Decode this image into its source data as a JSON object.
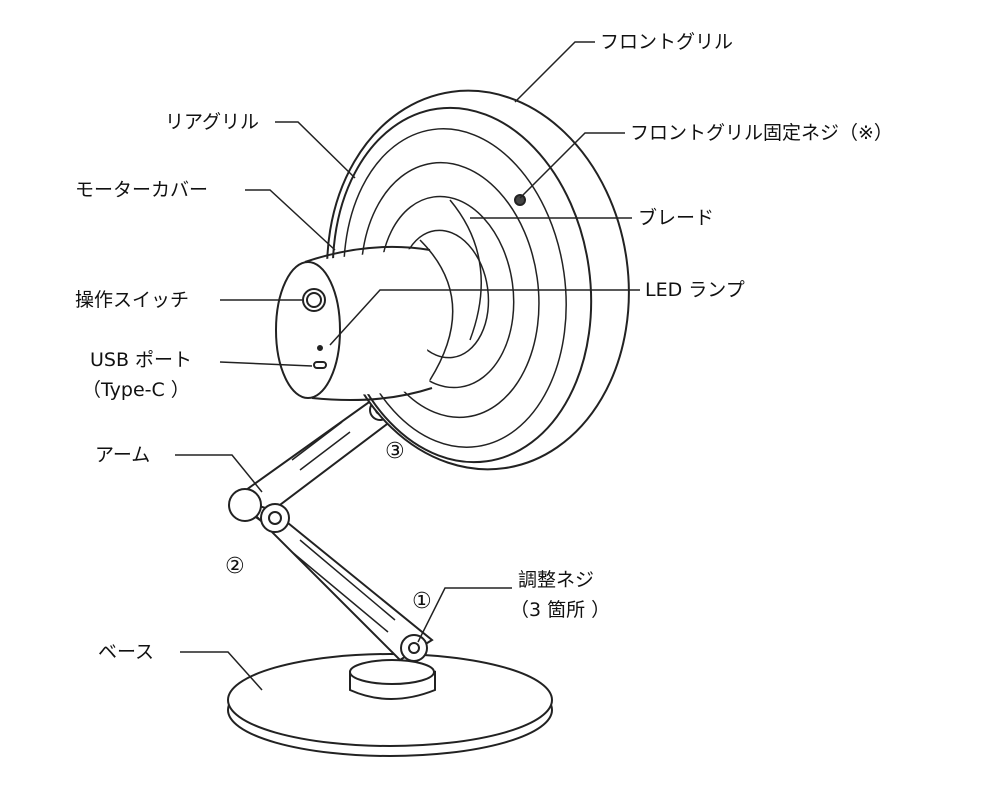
{
  "labels": {
    "front_grille": "フロントグリル",
    "rear_grille": "リアグリル",
    "front_grille_screw": "フロントグリル固定ネジ（※）",
    "motor_cover": "モーターカバー",
    "blade": "ブレード",
    "led_lamp": "LED ランプ",
    "operation_switch": "操作スイッチ",
    "usb_port": "USB ポート",
    "usb_type": "（Type-C ）",
    "arm": "アーム",
    "adjust_screw": "調整ネジ",
    "adjust_screw_count": "（3 箇所 ）",
    "base": "ベース"
  },
  "markers": {
    "one": "①",
    "two": "②",
    "three": "③"
  }
}
